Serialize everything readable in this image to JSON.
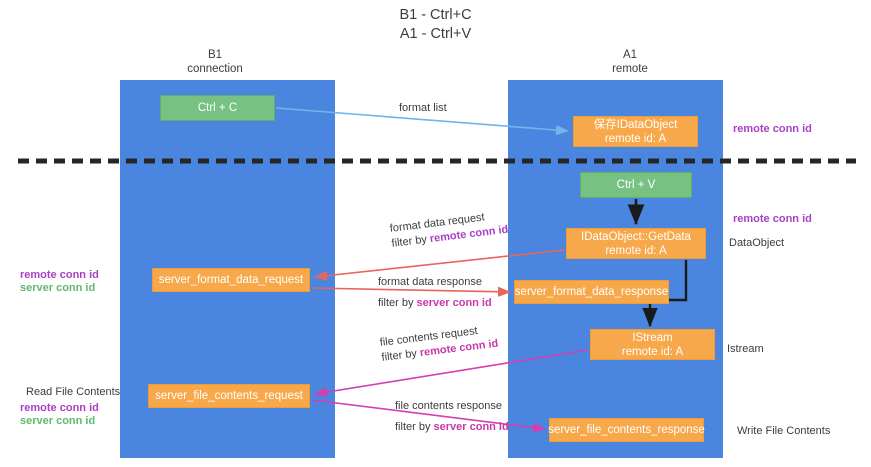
{
  "title": {
    "line1": "B1 - Ctrl+C",
    "line2": "A1 - Ctrl+V"
  },
  "lanes": [
    {
      "name": "B1",
      "sublabel": "connection",
      "color": "#4a86e0"
    },
    {
      "name": "A1",
      "sublabel": "remote",
      "color": "#4a86e0"
    }
  ],
  "colors": {
    "lane": "#4a86e0",
    "green_node": "#77c282",
    "orange_node": "#f7a84a",
    "remote_conn_id": "#a940c4",
    "server_conn_id": "#60b96f",
    "format_arrow": "#e8655c",
    "file_arrow": "#d43fb0",
    "format_list_arrow": "#6fb7e8",
    "divider": "#262626"
  },
  "nodes": {
    "ctrl_c": {
      "label": "Ctrl + C"
    },
    "save_idataobject": {
      "line1": "保存IDataObject",
      "line2": "remote id: A"
    },
    "ctrl_v": {
      "label": "Ctrl + V"
    },
    "getdata": {
      "line1": "IDataObject::GetData",
      "line2": "remote id: A"
    },
    "format_data_request": {
      "label": "server_format_data_request"
    },
    "format_data_response": {
      "label": "server_format_data_response"
    },
    "istream": {
      "line1": "IStream",
      "line2": "remote id: A"
    },
    "file_contents_request": {
      "label": "server_file_contents_request"
    },
    "file_contents_response": {
      "label": "server_file_contents_response"
    }
  },
  "edge_labels": {
    "format_list": "format list",
    "format_data_request": "format data request",
    "format_data_request_filter_prefix": "filter by ",
    "format_data_request_filter_key": "remote conn id",
    "format_data_response": "format data response",
    "format_data_response_filter_prefix": "filter by ",
    "format_data_response_filter_key": "server conn id",
    "file_contents_request": "file contents request",
    "file_contents_request_filter_prefix": "filter by ",
    "file_contents_request_filter_key": "remote conn id",
    "file_contents_response": "file contents response",
    "file_contents_response_filter_prefix": "filter by ",
    "file_contents_response_filter_key": "server conn id"
  },
  "annotations": {
    "right_remote_conn_id_top": "remote conn id",
    "right_remote_conn_id_mid": "remote conn id",
    "right_dataobject": "DataObject",
    "right_istream": "Istream",
    "right_write_file_contents": "Write File Contents",
    "left_remote_conn_id_mid": "remote conn id",
    "left_server_conn_id_mid": "server conn id",
    "left_read_file_contents": "Read File Contents",
    "left_remote_conn_id_bot": "remote conn id",
    "left_server_conn_id_bot": "server conn id"
  }
}
